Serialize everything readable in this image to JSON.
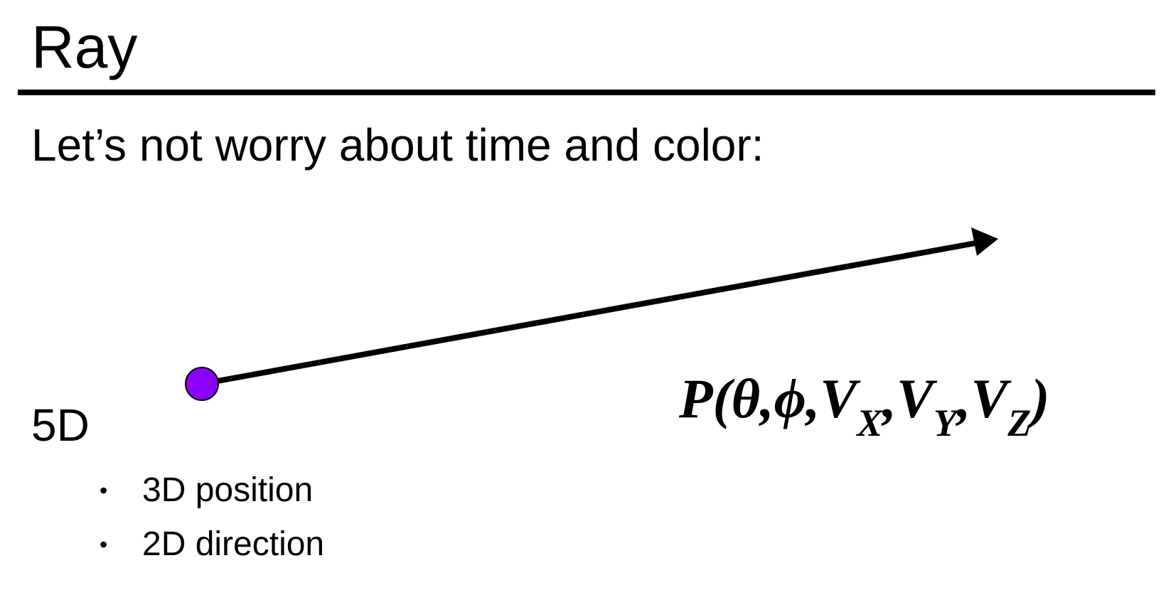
{
  "slide": {
    "title": "Ray",
    "subtitle": "Let’s not worry about time and color:",
    "dimension_label": "5D",
    "bullets": [
      {
        "marker": "•",
        "text": "3D position"
      },
      {
        "marker": "•",
        "text": "2D direction"
      }
    ],
    "formula": {
      "prefix": "P(",
      "theta": "θ",
      "comma1": ",",
      "phi": "ϕ",
      "comma2": ",",
      "vx_base": "V",
      "vx_sub": "X",
      "comma3": ",",
      "vy_base": "V",
      "vy_sub": "Y",
      "comma4": ",",
      "vz_base": "V",
      "vz_sub": "Z",
      "suffix": ")"
    },
    "colors": {
      "ray_origin_fill": "#8B00FF",
      "ray_line": "#000000",
      "text": "#000000",
      "background": "#ffffff"
    }
  }
}
